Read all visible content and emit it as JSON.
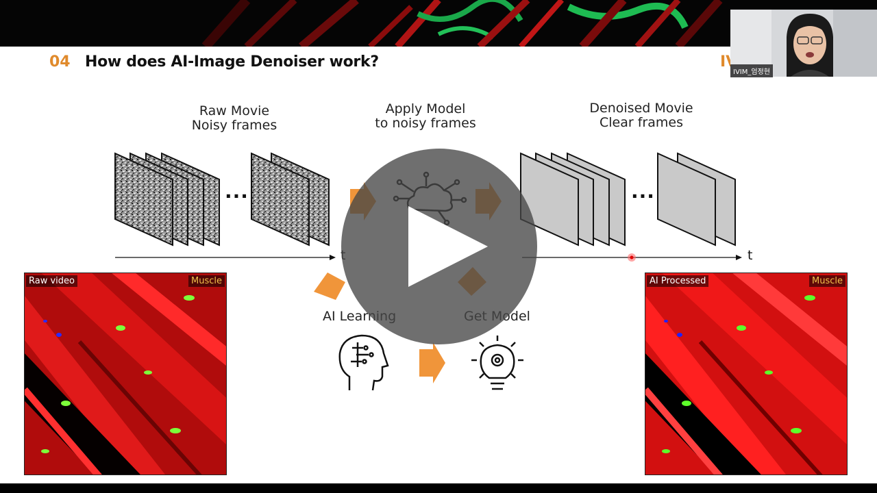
{
  "slide": {
    "number": "04",
    "title": "How does AI-Image Denoiser work?",
    "brand_mark": "IV"
  },
  "stages": {
    "raw": {
      "line1": "Raw Movie",
      "line2": "Noisy frames"
    },
    "apply": {
      "line1": "Apply Model",
      "line2": "to noisy frames"
    },
    "denoised": {
      "line1": "Denoised Movie",
      "line2": "Clear frames"
    }
  },
  "ellipsis": "···",
  "axis_label": "t",
  "ai_learning_label": "AI Learning",
  "get_model_label": "Get Model",
  "panels": {
    "left": {
      "tag": "Raw video",
      "tissue": "Muscle"
    },
    "right": {
      "tag": "AI Processed",
      "tissue": "Muscle"
    }
  },
  "webcam": {
    "name": "IVIM_엄정현"
  },
  "colors": {
    "accent_orange": "#f0953a",
    "title_number": "#e08a2c",
    "frame_gray": "#c9c9c9"
  }
}
